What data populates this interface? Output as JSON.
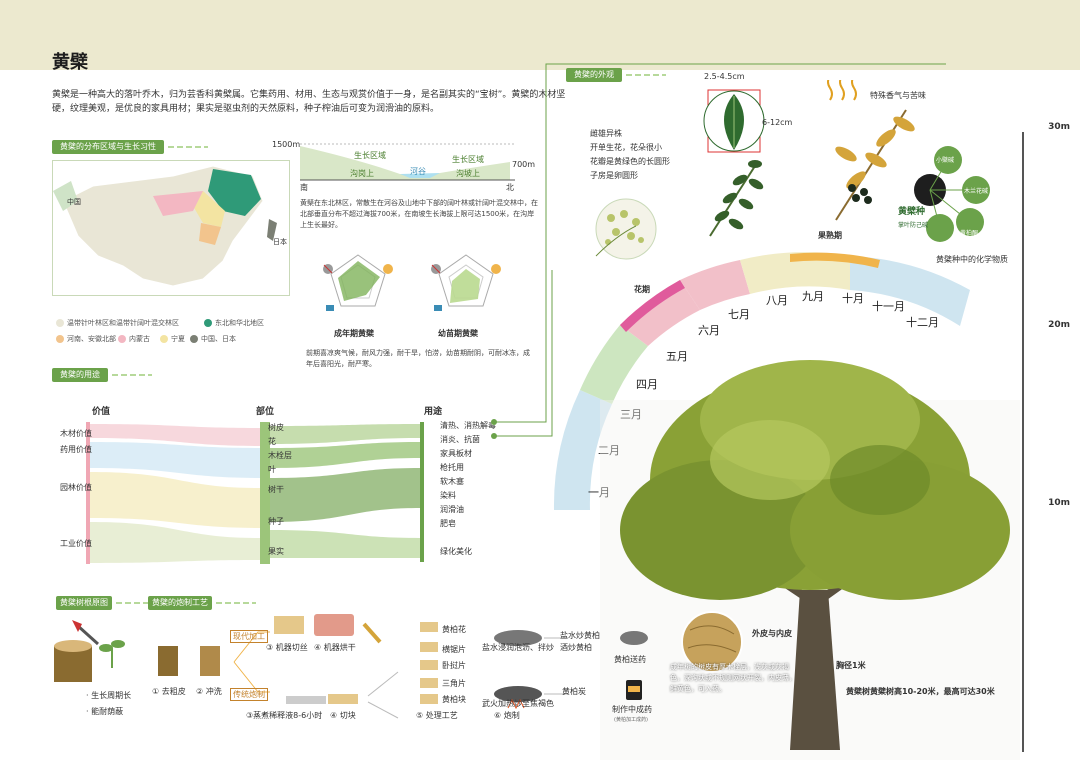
{
  "header": {
    "title": "黄檗"
  },
  "intro": "黄檗是一种高大的落叶乔木，归为芸香科黄檗属。它集药用、材用、生态与观赏价值于一身，是名副其实的“宝树”。黄檗的木材坚硬，纹理美观，是优良的家具用材；果实是驱虫剂的天然原料，种子榨油后可变为润滑油的原料。",
  "sections": {
    "distribution": "黄檗的分布区域与生长习性",
    "uses": "黄檗的用途",
    "appearance": "黄檗的外观",
    "root": "黄檗树根原图",
    "process": "黄檗的炮制工艺"
  },
  "map": {
    "labels": {
      "china": "中国",
      "japan": "日本"
    },
    "legend": [
      "温带针叶林区和温带针阔叶混交林区",
      "东北和华北地区",
      "河南、安徽北部",
      "内蒙古",
      "宁夏",
      "中国、日本"
    ],
    "legend_colors": [
      "#e9e6d6",
      "#2f9a78",
      "#f2c48d",
      "#f3b7c2",
      "#f3e4a2",
      "#7b7f74"
    ]
  },
  "profile": {
    "left_height": "1500m",
    "right_height": "700m",
    "south": "南",
    "north": "北",
    "zone1": "生长区域",
    "zone1b": "沟岗上",
    "river": "河谷",
    "zone2": "生长区域",
    "zone2b": "沟坡上",
    "desc": "黄檗在东北林区，常散生在河谷及山地中下部的阔叶林或针阔叶混交林中，在北部垂直分布不超过海拔700米，在南坡生长海拔上限可达1500米，在沟岸上生长最好。"
  },
  "habit": {
    "adult": "成年期黄檗",
    "young": "幼苗期黄檗",
    "desc": "前期喜凉爽气候，耐风力强，耐干旱，怕涝，幼苗期耐阴，可耐冰冻，成年后喜阳光，耐严寒。"
  },
  "uses": {
    "col_value": "价值",
    "col_part": "部位",
    "col_use": "用途",
    "values": [
      "木材价值",
      "药用价值",
      "园林价值",
      "工业价值"
    ],
    "parts": [
      "树皮",
      "花",
      "木栓层",
      "叶",
      "树干",
      "种子",
      "果实"
    ],
    "uses_list": [
      "清热、消热解毒",
      "消炎、抗菌",
      "家具板材",
      "枪托用",
      "软木塞",
      "染料",
      "润滑油",
      "肥皂",
      "绿化美化"
    ]
  },
  "appearance": {
    "traits": [
      "雌雄异株",
      "开单生花，花朵很小",
      "花瓣是黄绿色的长圆形",
      "子房是卵圆形"
    ],
    "leaf_width": "2.5-4.5cm",
    "leaf_length": "6-12cm",
    "fragrance": "特殊香气与苦味",
    "fruit_period": "果熟期",
    "flower_period": "花期",
    "seed": "黄檗种",
    "seed_items": [
      "小檗碱",
      "木兰花碱",
      "掌叶防己碱",
      "黄柏酮"
    ],
    "chem": "黄檗种中的化学物质"
  },
  "calendar": {
    "months": [
      "一月",
      "二月",
      "三月",
      "四月",
      "五月",
      "六月",
      "七月",
      "八月",
      "九月",
      "十月",
      "十一月",
      "十二月"
    ]
  },
  "scale": {
    "m30": "30m",
    "m20": "20m",
    "m10": "10m"
  },
  "tree": {
    "bark_title": "外皮与内皮",
    "bark_desc": "成年树的树皮有厚木栓层，浅灰或灰褐色，深沟状或不规则网状开裂，内皮薄，鲜黄色，可入药。",
    "dbh": "胸径1米",
    "height": "黄檗树黄檗树高10-20米，最高可达30米"
  },
  "root": {
    "items": [
      "生长周期长",
      "能耐荫蔽"
    ]
  },
  "process": {
    "modern": "现代加工",
    "traditional": "传统炮制",
    "steps": [
      "① 去粗皮",
      "② 冲洗",
      "③ 机器切丝",
      "④ 机器烘干",
      "③蒸煮稀释液8-6小时",
      "④ 切块",
      "⑤ 处理工艺"
    ],
    "cuts": [
      "黄柏花",
      "横锯片",
      "卧挝片",
      "三角片",
      "黄柏块"
    ],
    "methods": [
      "盐水浸润泡沥、拌炒",
      "武火加热炒至焦褐色",
      "⑥ 炮制"
    ],
    "products": [
      "盐水炒黄柏",
      "酒炒黄柏",
      "黄柏炭"
    ],
    "final": [
      "黄柏送药",
      "制作中成药"
    ],
    "final_sub": "(黄柏加工成药)"
  }
}
